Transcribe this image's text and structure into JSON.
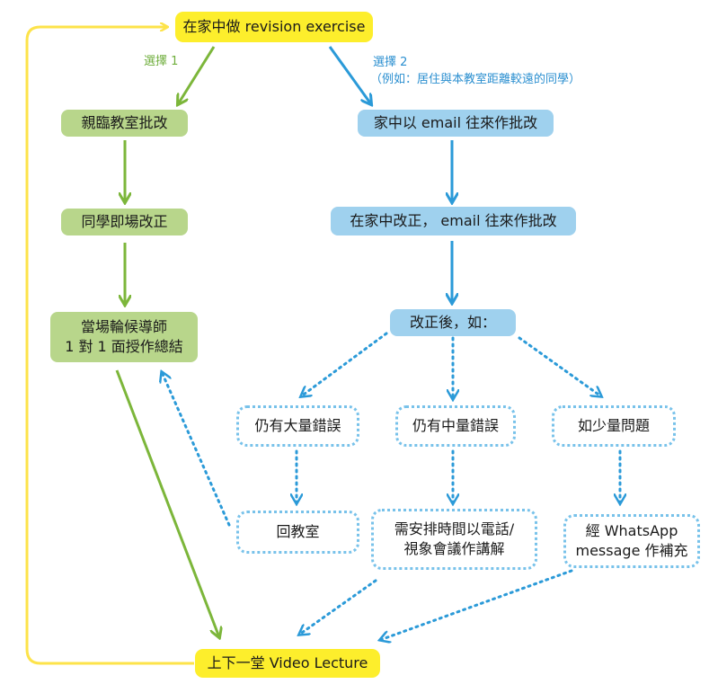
{
  "nodes": {
    "start": "在家中做 revision exercise",
    "visit": "親臨教室批改",
    "correct_on_site": "同學即場改正",
    "tutorial_line1": "當場輪候導師",
    "tutorial_line2": "1 對 1 面授作總結",
    "email_mark": "家中以 email 往來作批改",
    "home_correct": "在家中改正， email 往來作批改",
    "after_correct": "改正後，如：",
    "many_errors": "仍有大量錯誤",
    "some_errors": "仍有中量錯誤",
    "few_questions": "如少量問題",
    "back_class": "回教室",
    "phone_line1": "需安排時間以電話/",
    "phone_line2": "視象會議作講解",
    "whatsapp_line1": "經 WhatsApp",
    "whatsapp_line2": "message 作補充",
    "next_lecture": "上下一堂 Video Lecture"
  },
  "labels": {
    "option1": "選擇 1",
    "option2": "選擇 2",
    "option2_note": "（例如：居住與本教室距離較遠的同學）"
  },
  "colors": {
    "yellow": "#fdee2c",
    "green": "#b8d68b",
    "green_arrow": "#7cb63a",
    "blue": "#9fd1ee",
    "blue_arrow": "#2b9ad8",
    "dotted": "#78c2ea"
  }
}
